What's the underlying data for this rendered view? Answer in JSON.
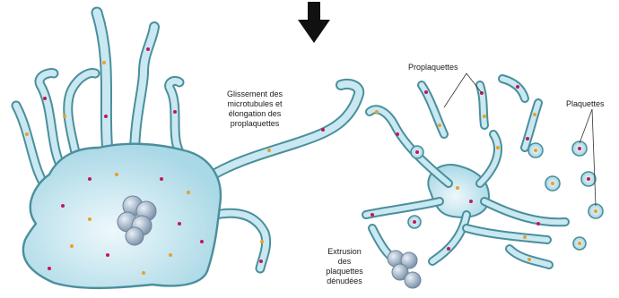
{
  "arrow": {
    "icon": "down-arrow-icon",
    "color": "#111111"
  },
  "labels": {
    "glissement": [
      "Glissement des",
      "microtubules et",
      "élongation des",
      "proplaquettes"
    ],
    "extrusion": [
      "Extrusion",
      "des",
      "plaquettes",
      "dénudées"
    ],
    "proplaquettes": "Proplaquettes",
    "plaquettes": "Plaquettes"
  },
  "colors": {
    "cytoplasm_fill": "#bfe3ee",
    "cytoplasm_fill_light": "#e2f3f8",
    "membrane": "#4a8f9c",
    "granule_magenta": "#c2185b",
    "granule_orange": "#e6a12b",
    "nucleus": "#9fb3c8"
  }
}
